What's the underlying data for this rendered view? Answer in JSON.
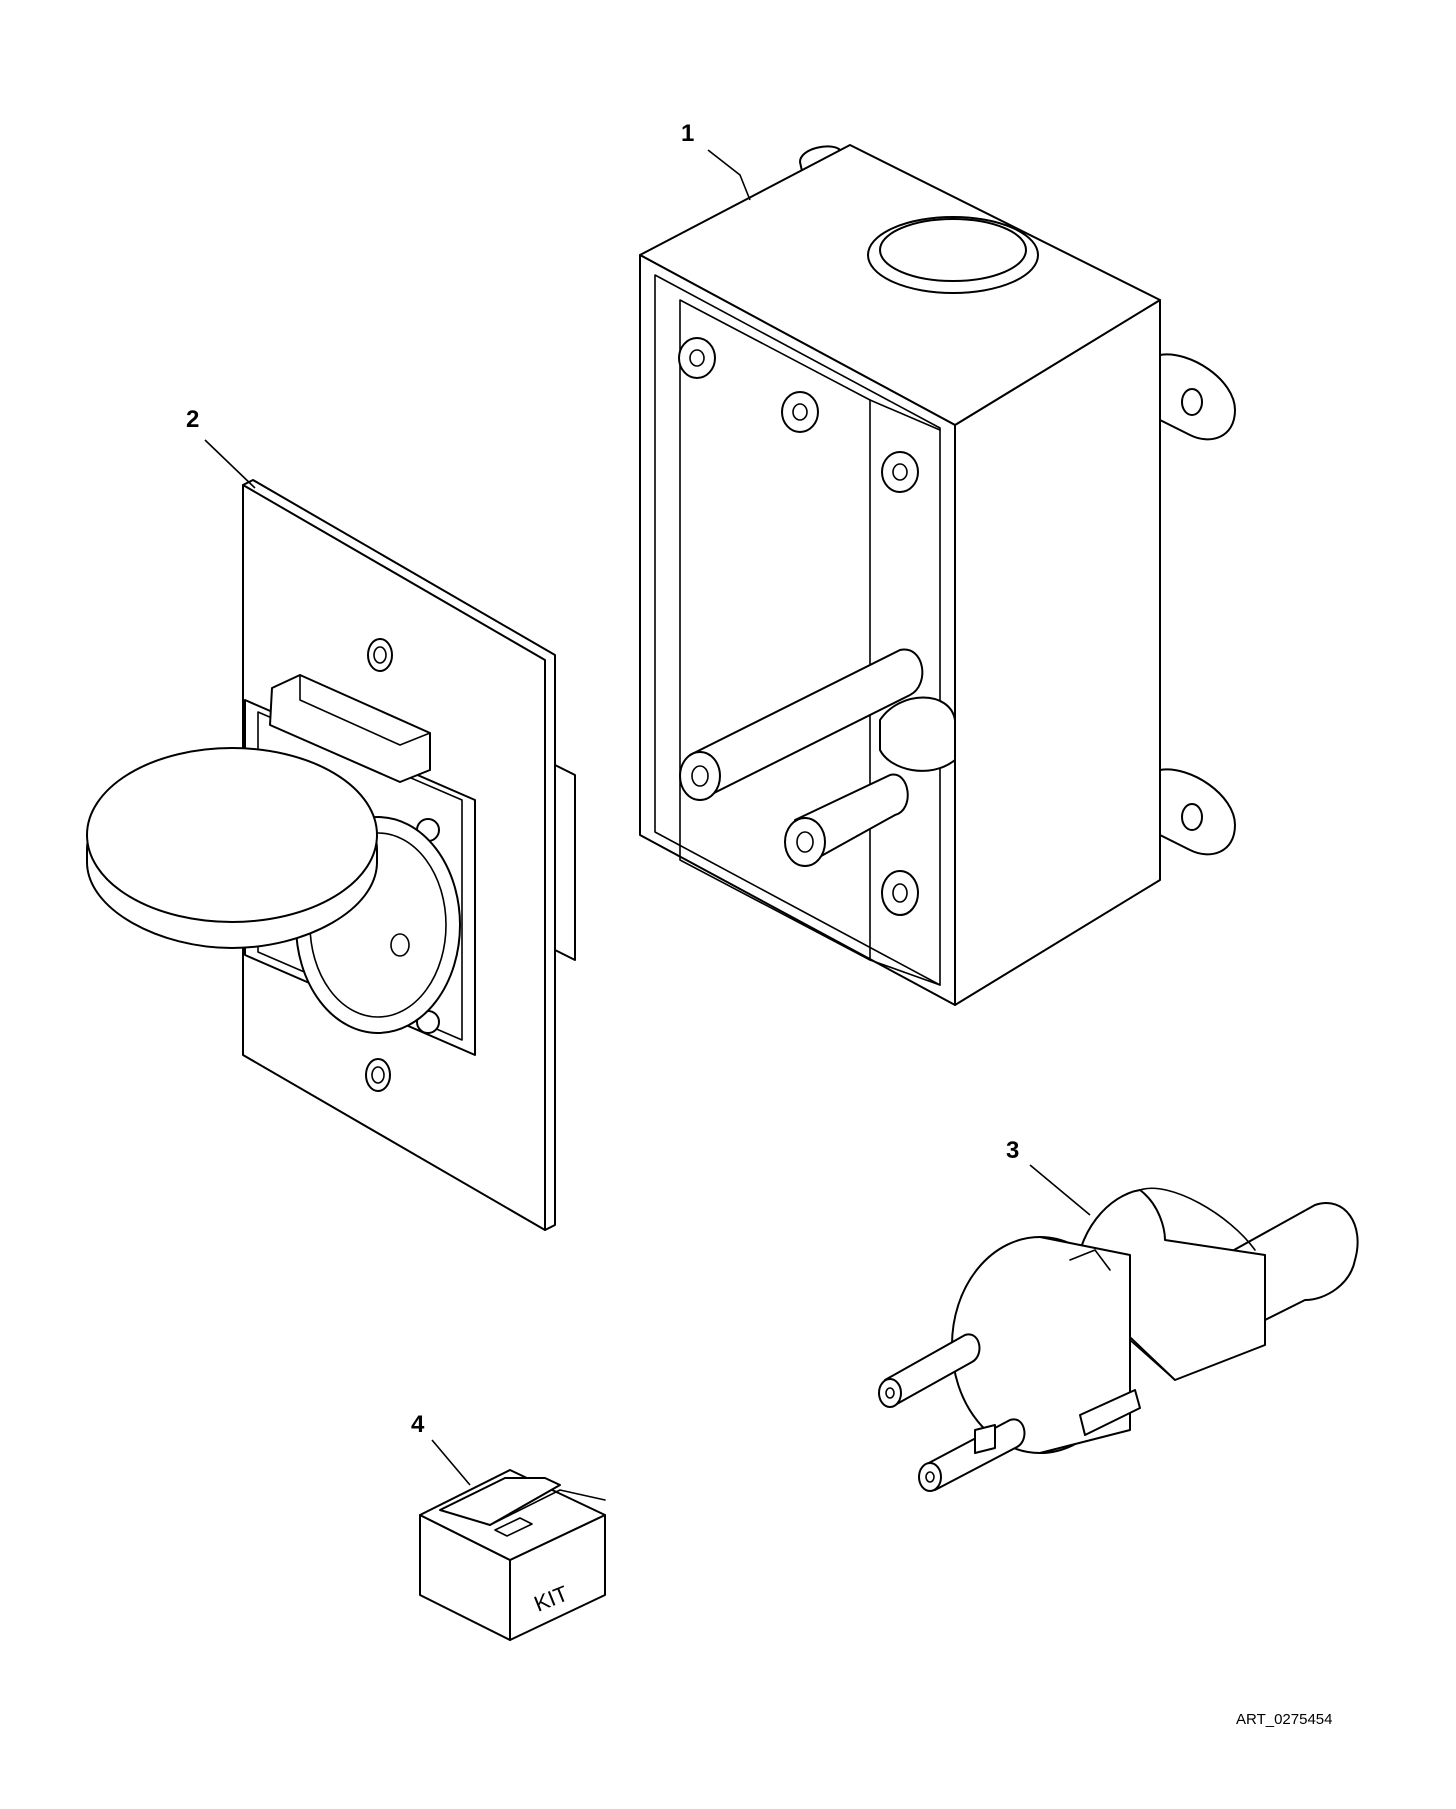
{
  "callouts": {
    "item_1": "1",
    "item_2": "2",
    "item_3": "3",
    "item_4": "4"
  },
  "kit_label": "KIT",
  "art_id": "ART_0275454"
}
